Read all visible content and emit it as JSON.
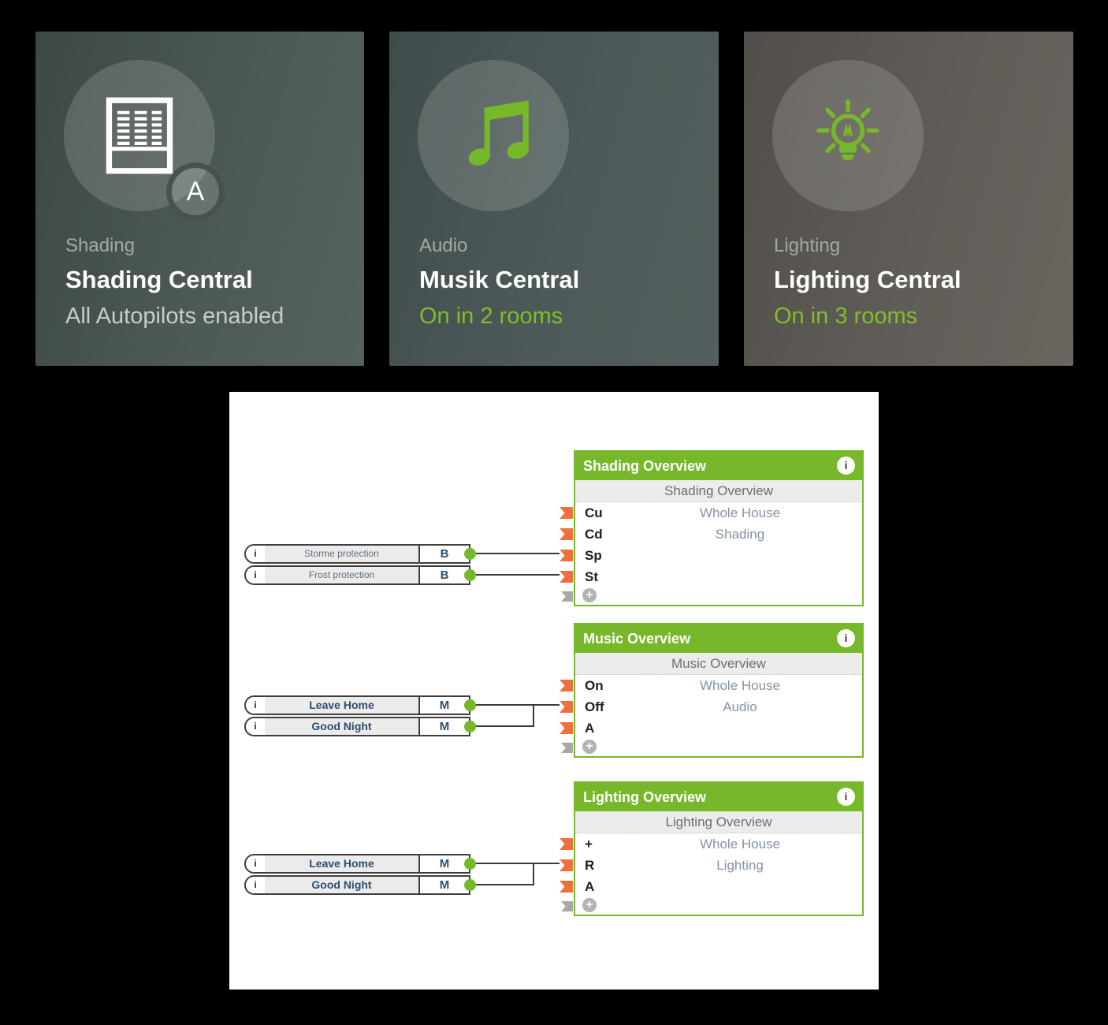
{
  "colors": {
    "loxone_green": "#76b82a",
    "status_green": "#82bd28",
    "connector_orange": "#ee7040"
  },
  "icons": {
    "info": "i",
    "plus": "+",
    "input_info": "i"
  },
  "tiles": [
    {
      "category": "Shading",
      "title": "Shading Central",
      "status": "All Autopilots enabled",
      "badge": "A",
      "icon": "blinds-icon"
    },
    {
      "category": "Audio",
      "title": "Musik Central",
      "status": "On in 2 rooms",
      "icon": "music-note-icon"
    },
    {
      "category": "Lighting",
      "title": "Lighting Central",
      "status": "On in 3 rooms",
      "icon": "lightbulb-icon"
    }
  ],
  "diagram": {
    "blocks": [
      {
        "title": "Shading Overview",
        "subtitle": "Shading Overview",
        "rows": [
          {
            "port": "Cu",
            "text": "Whole House"
          },
          {
            "port": "Cd",
            "text": "Shading"
          },
          {
            "port": "Sp",
            "text": ""
          },
          {
            "port": "St",
            "text": ""
          }
        ]
      },
      {
        "title": "Music Overview",
        "subtitle": "Music Overview",
        "rows": [
          {
            "port": "On",
            "text": "Whole House"
          },
          {
            "port": "Off",
            "text": "Audio"
          },
          {
            "port": "A",
            "text": ""
          }
        ]
      },
      {
        "title": "Lighting Overview",
        "subtitle": "Lighting Overview",
        "rows": [
          {
            "port": "+",
            "text": "Whole House"
          },
          {
            "port": "R",
            "text": "Lighting"
          },
          {
            "port": "A",
            "text": ""
          }
        ]
      }
    ],
    "inputs": [
      {
        "label": "Storme protection",
        "type": "B"
      },
      {
        "label": "Frost protection",
        "type": "B"
      },
      {
        "label": "Leave Home",
        "type": "M"
      },
      {
        "label": "Good Night",
        "type": "M"
      },
      {
        "label": "Leave Home",
        "type": "M"
      },
      {
        "label": "Good Night",
        "type": "M"
      }
    ]
  }
}
